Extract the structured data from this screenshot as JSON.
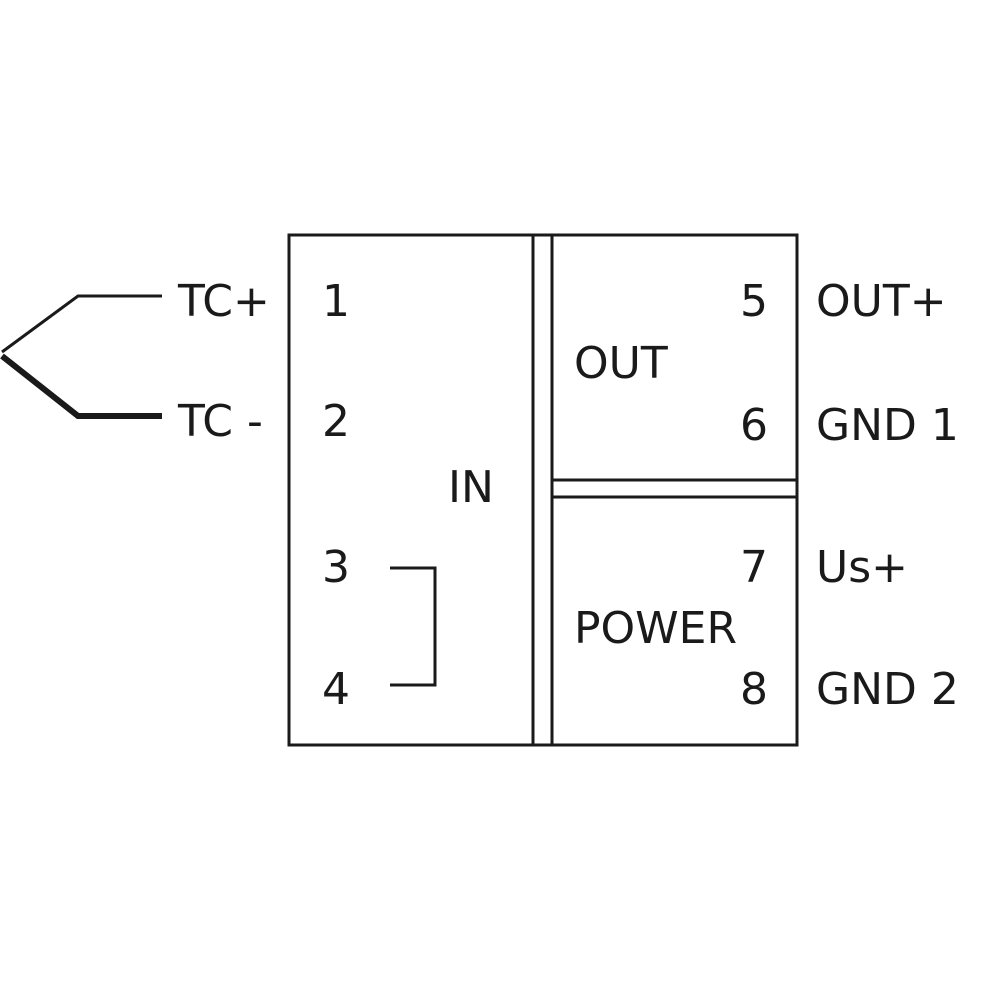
{
  "input": {
    "section_label": "IN",
    "terminals": [
      {
        "number": "1",
        "signal": "TC+"
      },
      {
        "number": "2",
        "signal": "TC -"
      },
      {
        "number": "3",
        "signal": ""
      },
      {
        "number": "4",
        "signal": ""
      }
    ]
  },
  "output": {
    "section_label": "OUT",
    "terminals": [
      {
        "number": "5",
        "signal": "OUT+"
      },
      {
        "number": "6",
        "signal": "GND 1"
      }
    ]
  },
  "power": {
    "section_label": "POWER",
    "terminals": [
      {
        "number": "7",
        "signal": "Us+"
      },
      {
        "number": "8",
        "signal": "GND 2"
      }
    ]
  },
  "colors": {
    "line": "#1a1a1a",
    "background": "#ffffff"
  },
  "icons": {
    "thermocouple": "thermocouple-icon",
    "jumper": "jumper-bridge-icon"
  }
}
